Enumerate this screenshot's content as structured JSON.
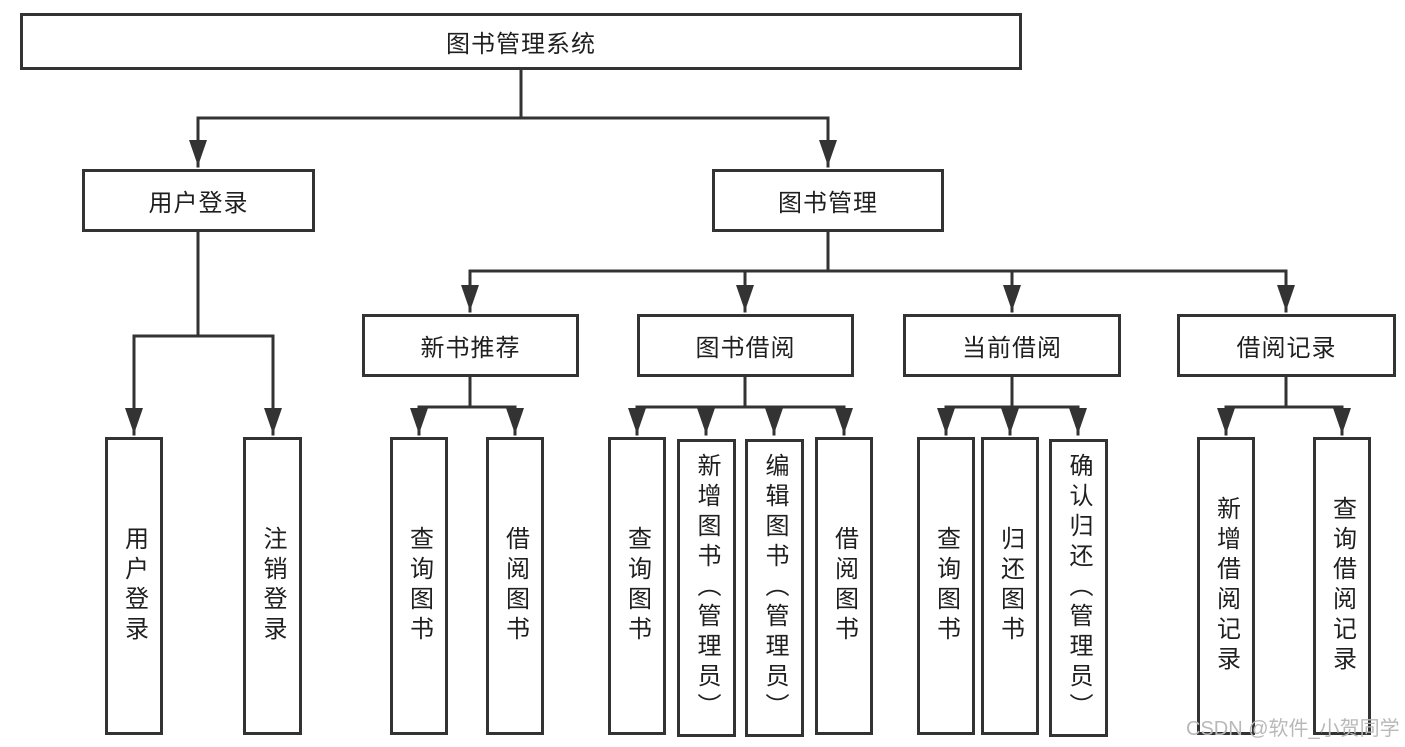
{
  "diagram": {
    "title": "图书管理系统",
    "tree": {
      "root": {
        "label": "图书管理系统"
      },
      "level2": [
        {
          "label": "用户登录",
          "children": [
            {
              "label": "用户登录"
            },
            {
              "label": "注销登录"
            }
          ]
        },
        {
          "label": "图书管理",
          "children": [
            {
              "label": "新书推荐",
              "children": [
                {
                  "label": "查询图书"
                },
                {
                  "label": "借阅图书"
                }
              ]
            },
            {
              "label": "图书借阅",
              "children": [
                {
                  "label": "查询图书"
                },
                {
                  "label": "新增图书（管理员）"
                },
                {
                  "label": "编辑图书（管理员）"
                },
                {
                  "label": "借阅图书"
                }
              ]
            },
            {
              "label": "当前借阅",
              "children": [
                {
                  "label": "查询图书"
                },
                {
                  "label": "归还图书"
                },
                {
                  "label": "确认归还（管理员）"
                }
              ]
            },
            {
              "label": "借阅记录",
              "children": [
                {
                  "label": "新增借阅记录"
                },
                {
                  "label": "查询借阅记录"
                }
              ]
            }
          ]
        }
      ]
    }
  },
  "watermark": {
    "text": "CSDN @软件_小贺同学"
  },
  "colors": {
    "line": "#333333",
    "text": "#1f1f1f",
    "watermark": "#b9b9b9",
    "background": "#ffffff"
  }
}
